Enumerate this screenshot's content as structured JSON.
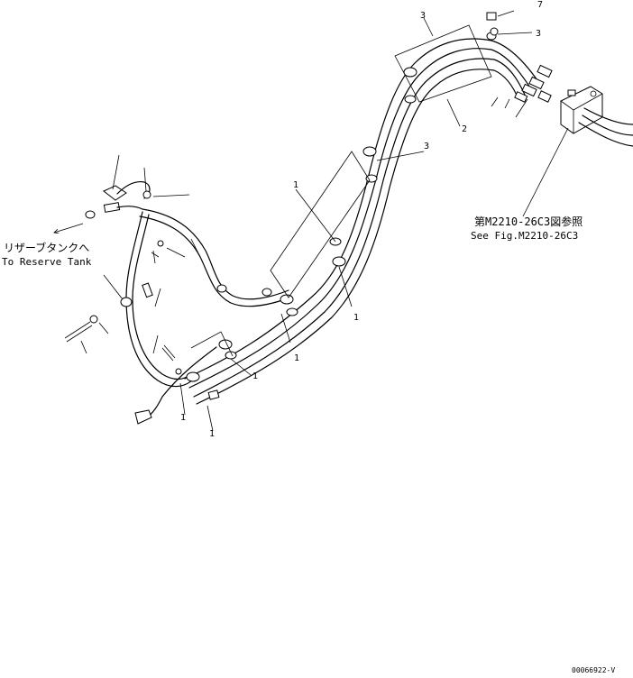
{
  "callouts": {
    "reserve_tank_jp": "リザーブタンクへ",
    "reserve_tank_en": "To Reserve Tank",
    "see_fig_jp": "第M2210-26C3図参照",
    "see_fig_en": "See Fig.M2210-26C3"
  },
  "part_numbers": {
    "p3_top": "3",
    "p7_top": "7",
    "p3_right": "3",
    "p2": "2",
    "p3_mid": "3",
    "p1_upper": "1",
    "p1_mid": "1",
    "p1_low": "1",
    "p1_lower": "1",
    "p1_bottom": "1",
    "p1_right": "1"
  },
  "drawing_number": "00066922-V"
}
